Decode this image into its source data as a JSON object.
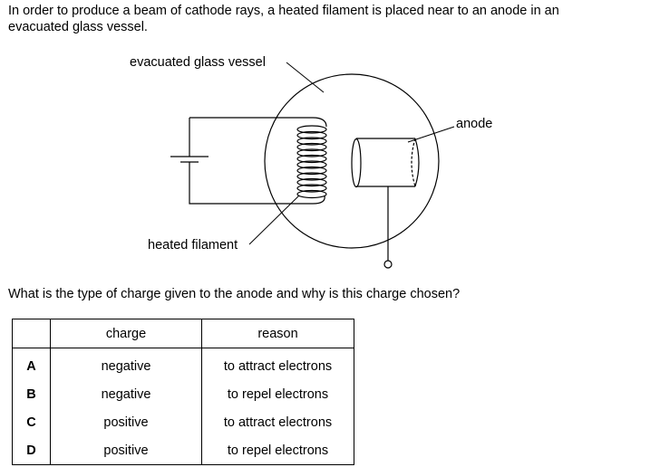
{
  "intro": [
    "In order to produce a beam of cathode rays, a heated filament is placed near to an anode in an",
    "evacuated glass vessel."
  ],
  "diagram": {
    "labels": {
      "vessel": "evacuated glass vessel",
      "anode": "anode",
      "filament": "heated filament"
    }
  },
  "question": "What is the type of charge given to the anode and why is this charge chosen?",
  "table": {
    "headers": [
      "",
      "charge",
      "reason"
    ],
    "rows": [
      {
        "option": "A",
        "charge": "negative",
        "reason": "to attract electrons"
      },
      {
        "option": "B",
        "charge": "negative",
        "reason": "to repel electrons"
      },
      {
        "option": "C",
        "charge": "positive",
        "reason": "to attract electrons"
      },
      {
        "option": "D",
        "charge": "positive",
        "reason": "to repel electrons"
      }
    ]
  }
}
